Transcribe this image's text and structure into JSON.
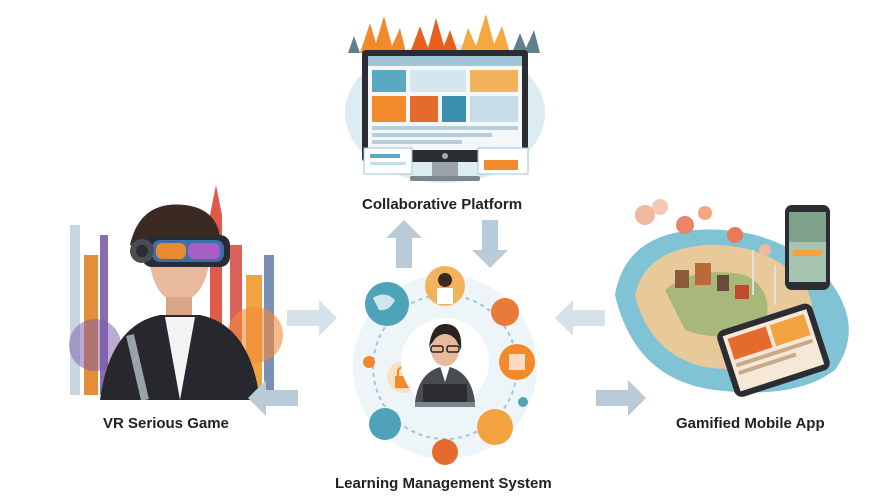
{
  "diagram": {
    "nodes": {
      "collaborative_platform": {
        "label": "Collaborative Platform"
      },
      "vr_serious_game": {
        "label": "VR Serious Game"
      },
      "gamified_mobile_app": {
        "label": "Gamified Mobile App"
      },
      "learning_management_system": {
        "label": "Learning Management System"
      }
    },
    "edges": [
      {
        "from": "learning_management_system",
        "to": "collaborative_platform"
      },
      {
        "from": "collaborative_platform",
        "to": "learning_management_system"
      },
      {
        "from": "vr_serious_game",
        "to": "learning_management_system"
      },
      {
        "from": "learning_management_system",
        "to": "vr_serious_game"
      },
      {
        "from": "gamified_mobile_app",
        "to": "learning_management_system"
      },
      {
        "from": "learning_management_system",
        "to": "gamified_mobile_app"
      }
    ],
    "colors": {
      "arrow": "#b9cbd8",
      "label": "#222222",
      "accent_orange": "#f28a2c",
      "accent_teal": "#4fa3b8"
    }
  }
}
